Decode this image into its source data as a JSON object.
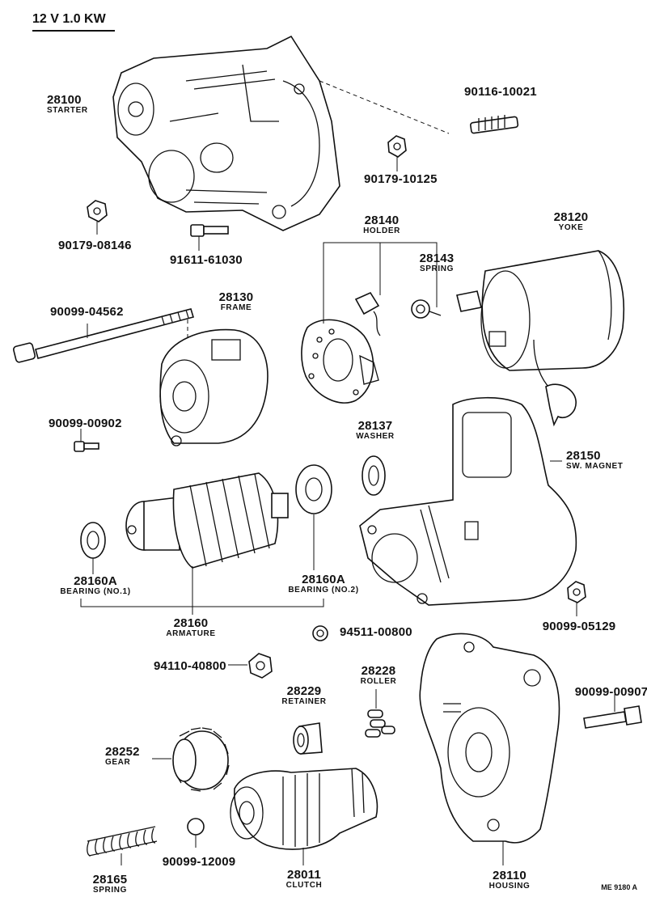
{
  "header": {
    "title": "12 V 1.0 KW"
  },
  "drawing_code": "ME 9180 A",
  "parts": [
    {
      "id": "p0",
      "number": "28100",
      "name": "STARTER"
    },
    {
      "id": "p1",
      "number": "90116-10021",
      "name": ""
    },
    {
      "id": "p2",
      "number": "90179-10125",
      "name": ""
    },
    {
      "id": "p3",
      "number": "90179-08146",
      "name": ""
    },
    {
      "id": "p4",
      "number": "91611-61030",
      "name": ""
    },
    {
      "id": "p5",
      "number": "28140",
      "name": "HOLDER"
    },
    {
      "id": "p6",
      "number": "28120",
      "name": "YOKE"
    },
    {
      "id": "p7",
      "number": "28143",
      "name": "SPRING"
    },
    {
      "id": "p8",
      "number": "90099-04562",
      "name": ""
    },
    {
      "id": "p9",
      "number": "28130",
      "name": "FRAME"
    },
    {
      "id": "p10",
      "number": "90099-00902",
      "name": ""
    },
    {
      "id": "p11",
      "number": "28137",
      "name": "WASHER"
    },
    {
      "id": "p12",
      "number": "28150",
      "name": "SW. MAGNET"
    },
    {
      "id": "p13",
      "number": "28160A",
      "name": "BEARING (NO.1)"
    },
    {
      "id": "p14",
      "number": "28160A",
      "name": "BEARING (NO.2)"
    },
    {
      "id": "p15",
      "number": "28160",
      "name": "ARMATURE"
    },
    {
      "id": "p16",
      "number": "94511-00800",
      "name": ""
    },
    {
      "id": "p17",
      "number": "90099-05129",
      "name": ""
    },
    {
      "id": "p18",
      "number": "94110-40800",
      "name": ""
    },
    {
      "id": "p19",
      "number": "28228",
      "name": "ROLLER"
    },
    {
      "id": "p20",
      "number": "28229",
      "name": "RETAINER"
    },
    {
      "id": "p21",
      "number": "90099-00907",
      "name": ""
    },
    {
      "id": "p22",
      "number": "28252",
      "name": "GEAR"
    },
    {
      "id": "p23",
      "number": "90099-12009",
      "name": ""
    },
    {
      "id": "p24",
      "number": "28165",
      "name": "SPRING"
    },
    {
      "id": "p25",
      "number": "28011",
      "name": "CLUTCH"
    },
    {
      "id": "p26",
      "number": "28110",
      "name": "HOUSING"
    }
  ]
}
